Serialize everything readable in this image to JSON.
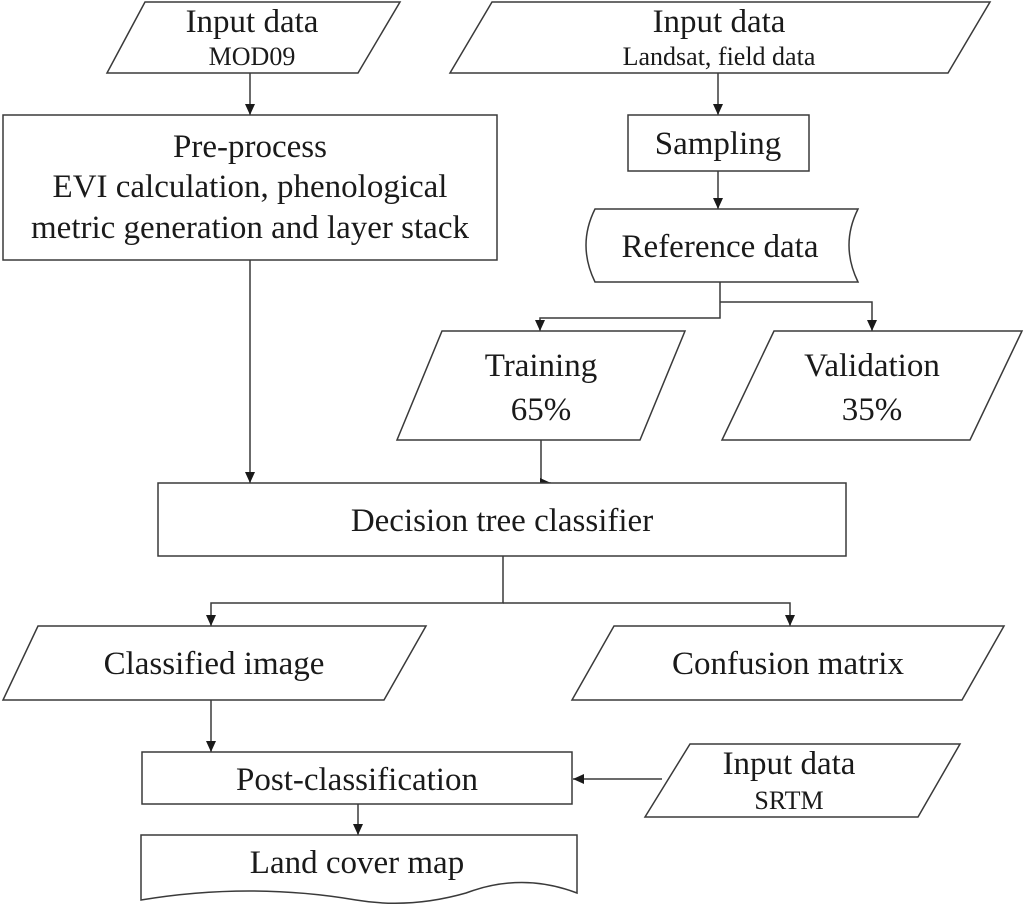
{
  "nodes": {
    "input_mod09": {
      "title": "Input data",
      "subtitle": "MOD09"
    },
    "input_landsat": {
      "title": "Input data",
      "subtitle": "Landsat, field data"
    },
    "preprocess": {
      "line1": "Pre-process",
      "line2": "EVI calculation, phenological",
      "line3": "metric generation and layer stack"
    },
    "sampling": {
      "label": "Sampling"
    },
    "reference": {
      "label": "Reference data"
    },
    "training": {
      "title": "Training",
      "subtitle": "65%"
    },
    "validation": {
      "title": "Validation",
      "subtitle": "35%"
    },
    "classifier": {
      "label": "Decision tree classifier"
    },
    "classified": {
      "label": "Classified image"
    },
    "confusion": {
      "label": "Confusion matrix"
    },
    "postclass": {
      "label": "Post-classification"
    },
    "input_srtm": {
      "title": "Input data",
      "subtitle": "SRTM"
    },
    "landcover": {
      "label": "Land cover map"
    }
  },
  "edges": [
    {
      "from": "input_mod09",
      "to": "preprocess"
    },
    {
      "from": "input_landsat",
      "to": "sampling"
    },
    {
      "from": "sampling",
      "to": "reference"
    },
    {
      "from": "reference",
      "to": "training"
    },
    {
      "from": "reference",
      "to": "validation"
    },
    {
      "from": "preprocess",
      "to": "classifier"
    },
    {
      "from": "training",
      "to": "classifier"
    },
    {
      "from": "classifier",
      "to": "classified"
    },
    {
      "from": "classifier",
      "to": "confusion"
    },
    {
      "from": "classified",
      "to": "postclass"
    },
    {
      "from": "input_srtm",
      "to": "postclass"
    },
    {
      "from": "postclass",
      "to": "landcover"
    }
  ]
}
